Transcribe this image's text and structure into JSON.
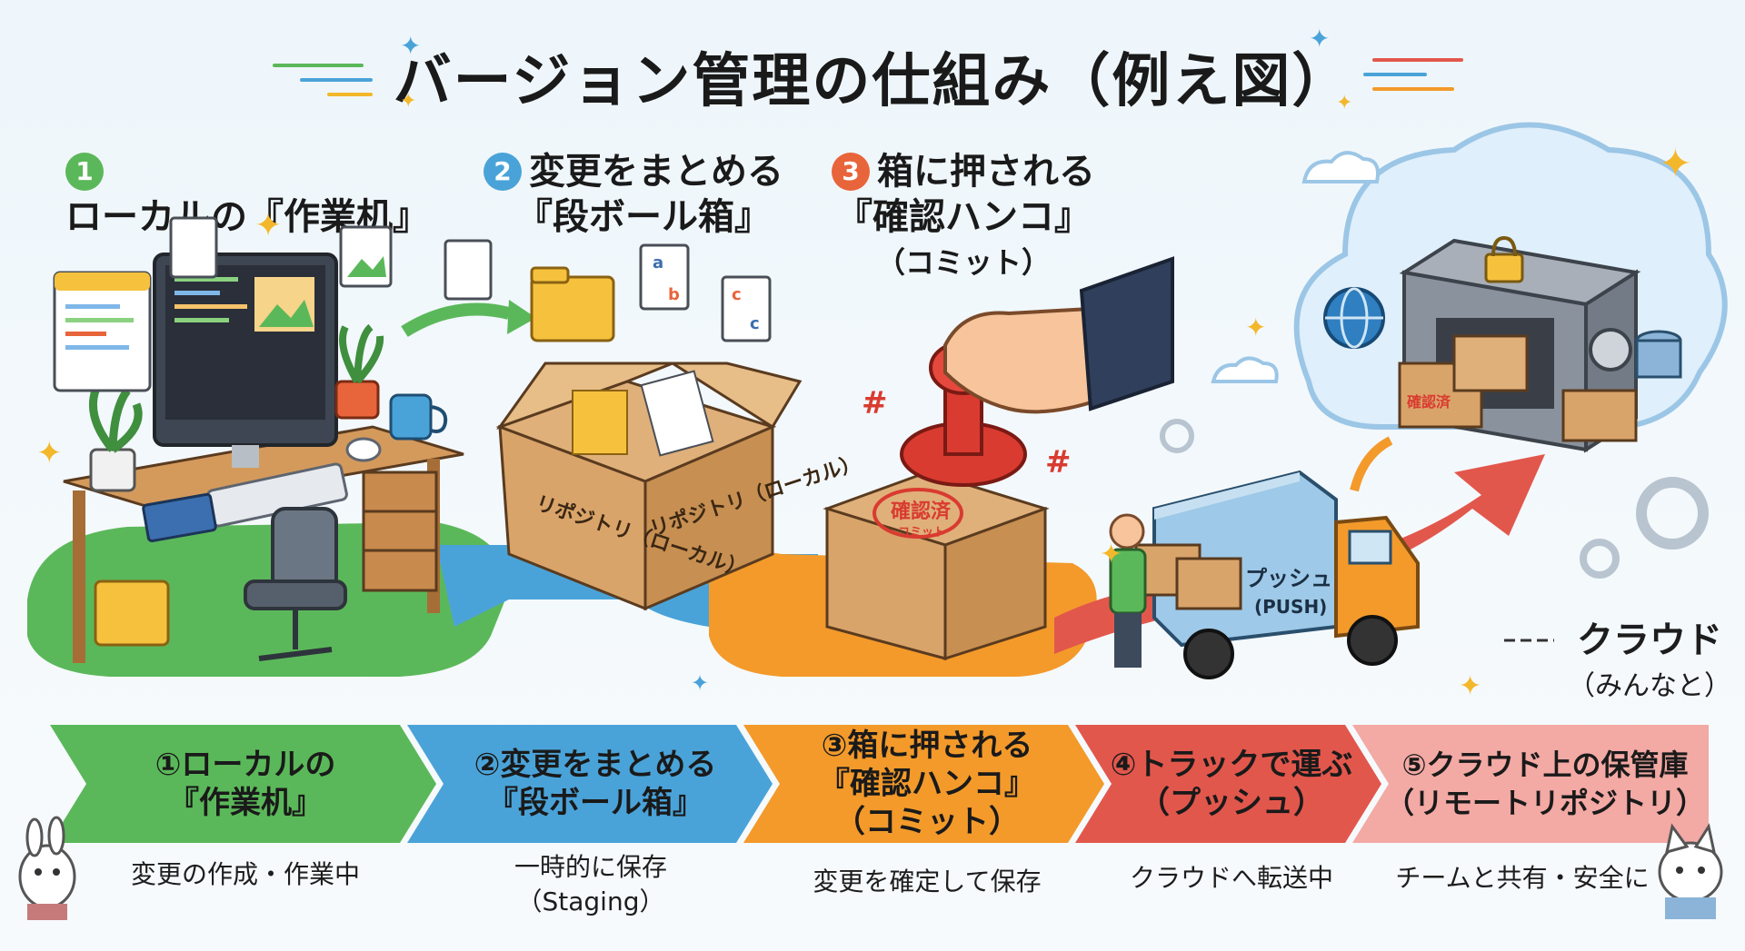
{
  "title": "バージョン管理の仕組み（例え図）",
  "colors": {
    "green": "#5bb85a",
    "blue": "#4aa3d8",
    "orange": "#f39a2b",
    "red": "#e2574c",
    "pink": "#f3a9a4"
  },
  "top_steps": [
    {
      "num": "1",
      "line1": "ローカルの『作業机』",
      "line2": "",
      "line3": ""
    },
    {
      "num": "2",
      "line1": "変更をまとめる",
      "line2": "『段ボール箱』",
      "line3": ""
    },
    {
      "num": "3",
      "line1": "箱に押される",
      "line2": "『確認ハンコ』",
      "line3": "（コミット）"
    }
  ],
  "cloud_label": {
    "main": "クラウド",
    "sub": "（みんなと）"
  },
  "illustration_labels": {
    "box_left": "リポジトリ（ローカル）",
    "box_right": "リポジトリ（ローカル）",
    "stamp": "確認済",
    "stamp_sub": "コミット",
    "truck": "プッシュ",
    "truck_sub": "(PUSH)",
    "cloud_box": "確認済"
  },
  "chevrons": [
    {
      "line1": "①ローカルの",
      "line2": "『作業机』",
      "line3": "",
      "desc1": "変更の作成・作業中",
      "desc2": ""
    },
    {
      "line1": "②変更をまとめる",
      "line2": "『段ボール箱』",
      "line3": "",
      "desc1": "一時的に保存",
      "desc2": "（Staging）"
    },
    {
      "line1": "③箱に押される",
      "line2": "『確認ハンコ』",
      "line3": "（コミット）",
      "desc1": "変更を確定して保存",
      "desc2": ""
    },
    {
      "line1": "④トラックで運ぶ",
      "line2": "（プッシュ）",
      "line3": "",
      "desc1": "クラウドへ転送中",
      "desc2": ""
    },
    {
      "line1": "⑤クラウド上の保管庫",
      "line2": "（リモートリポジトリ）",
      "line3": "",
      "desc1": "チームと共有・安全に",
      "desc2": ""
    }
  ]
}
